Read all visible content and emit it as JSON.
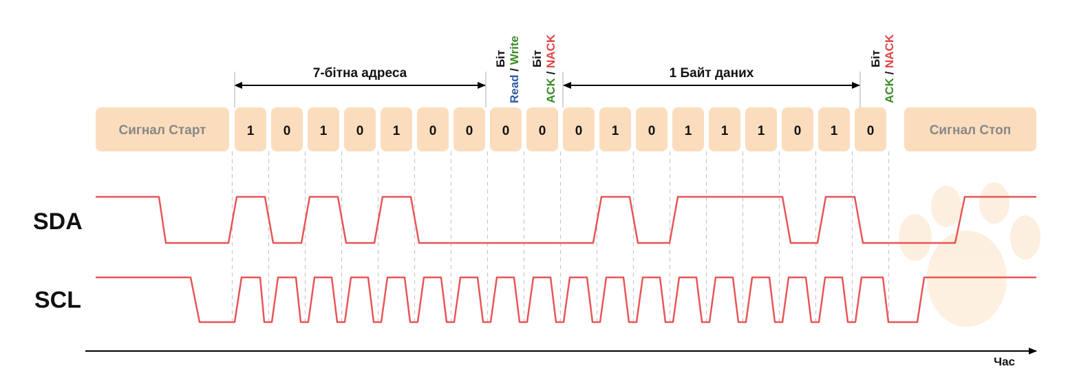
{
  "diagram": {
    "start_signal": "Сигнал Старт",
    "stop_signal": "Сигнал Стоп",
    "address_label": "7-бітна адреса",
    "data_label": "1 Байт даних",
    "bits": [
      "1",
      "0",
      "1",
      "0",
      "1",
      "0",
      "0",
      "0",
      "0",
      "0",
      "1",
      "0",
      "1",
      "1",
      "1",
      "0",
      "1",
      "0"
    ],
    "rw_bit": {
      "line1": "Біт",
      "read": "Read",
      "sep": " / ",
      "write": "Write"
    },
    "ack_bit": {
      "line1": "Біт",
      "ack": "ACK",
      "sep": " / ",
      "nack": "NACK"
    },
    "sda_label": "SDA",
    "scl_label": "SCL",
    "time_label": "Час"
  },
  "colors": {
    "box_fill": "#fbddbd",
    "signal_line": "#e85555",
    "read": "#2f5aa8",
    "write": "#3c8c28",
    "ack": "#3c8c28",
    "nack": "#e04545",
    "grid_dash": "#c8c8c8",
    "paw_watermark": "#fdeedd"
  }
}
